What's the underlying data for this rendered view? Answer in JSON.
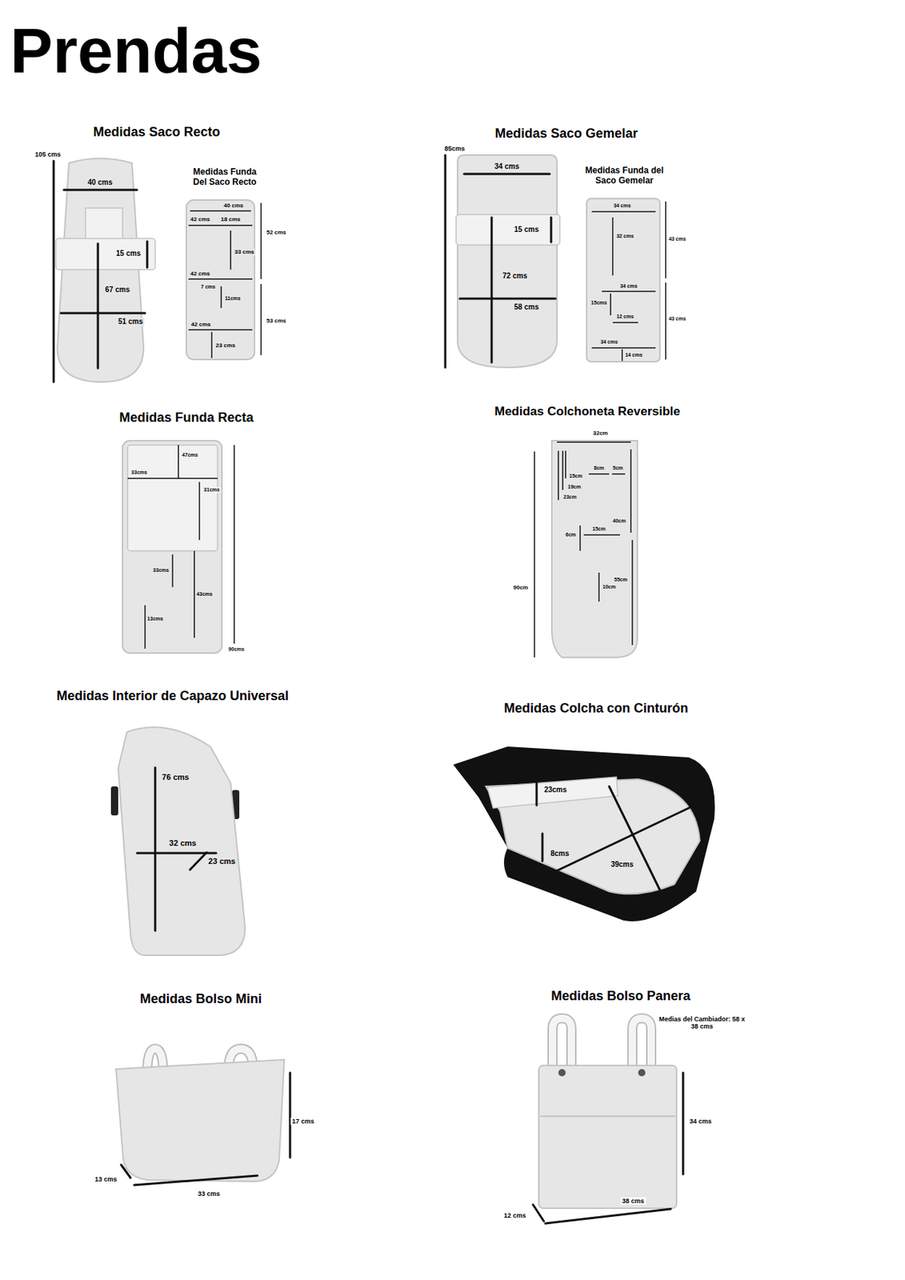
{
  "diagram": {
    "title": "Prendas",
    "labels": [
      "Medidas Saco Recto",
      "105 cms",
      "40 cms",
      "15 cms",
      "67 cms",
      "51 cms",
      "Medidas Funda Del Saco Recto",
      "40 cms",
      "42 cms",
      "18 cms",
      "52 cms",
      "33 cms",
      "42 cms",
      "7 cms",
      "11cms",
      "53 cms",
      "42 cms",
      "23 cms",
      "Medidas Saco Gemelar",
      "85cms",
      "34 cms",
      "15 cms",
      "72 cms",
      "58 cms",
      "Medidas Funda del Saco Gemelar",
      "34 cms",
      "43 cms",
      "32 cms",
      "34 cms",
      "43 cms",
      "15cms",
      "12 cms",
      "34 cms",
      "14 cms",
      "Medidas Funda Recta",
      "47cms",
      "33cms",
      "31cms",
      "33cms",
      "43cms",
      "13cms",
      "90cms",
      "Medidas Colchoneta Reversible",
      "32cm",
      "15cm",
      "8cm",
      "5cm",
      "19cm",
      "23cm",
      "40cm",
      "6cm",
      "15cm",
      "55cm",
      "10cm",
      "90cm",
      "Medidas Interior de Capazo Universal",
      "76 cms",
      "32 cms",
      "23 cms",
      "Medidas Colcha con Cinturón",
      "23cms",
      "8cms",
      "39cms",
      "Medidas Bolso Mini",
      "17 cms",
      "13 cms",
      "33 cms",
      "Medidas Bolso Panera",
      "Medias del Cambiador: 58 x 38 cms",
      "34 cms",
      "12 cms",
      "38 cms"
    ]
  }
}
